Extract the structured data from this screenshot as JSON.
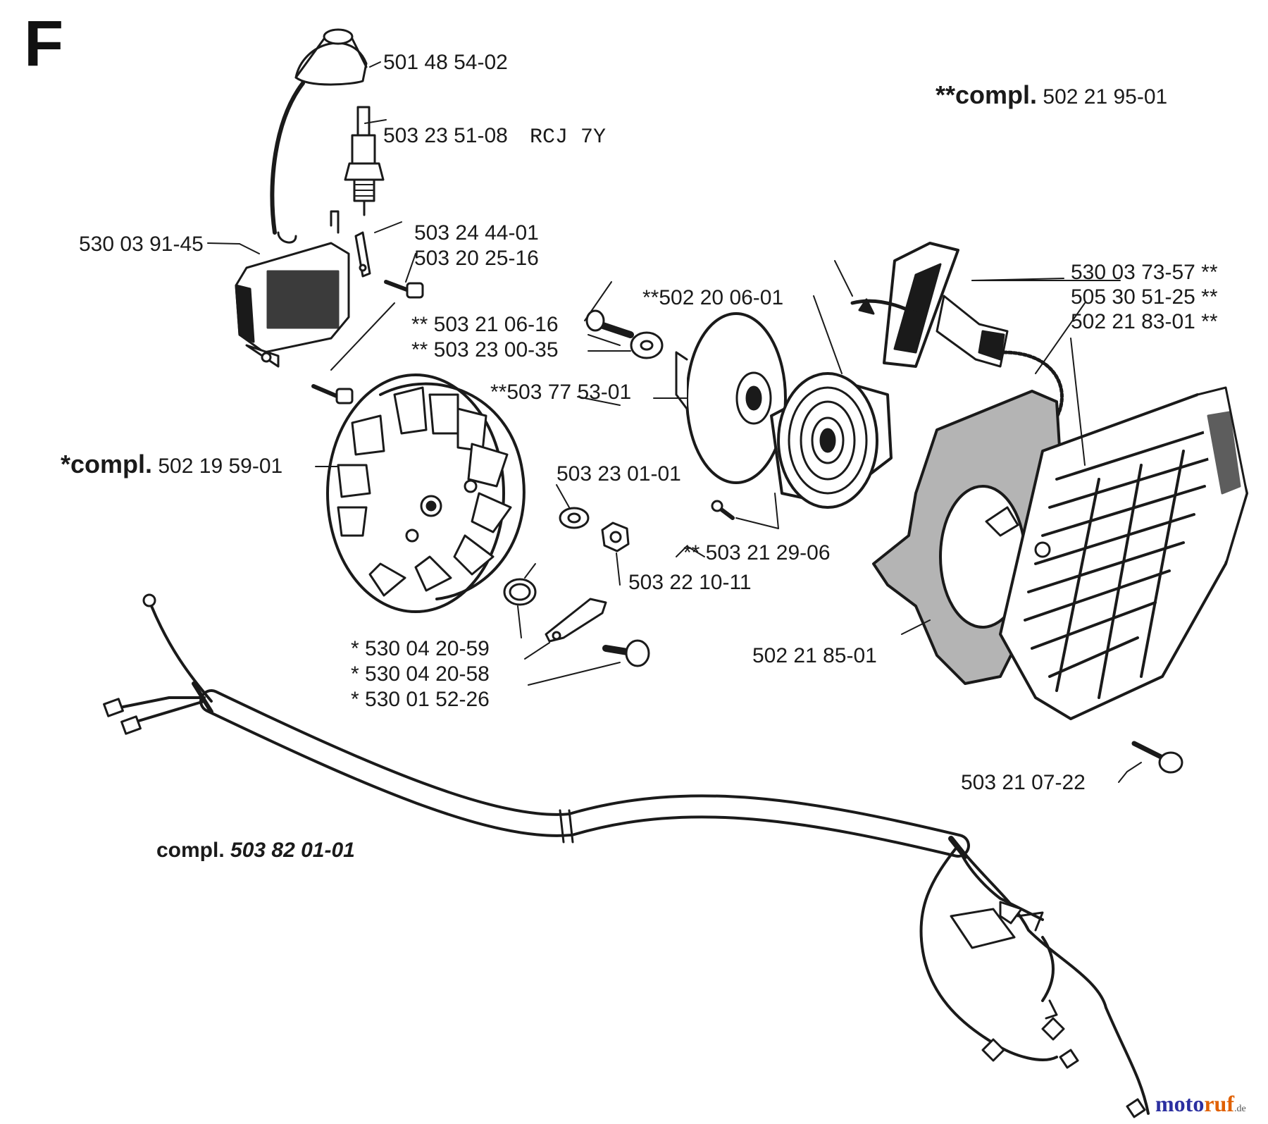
{
  "section_letter": "F",
  "labels": {
    "l_501485402": "501 48 54-02",
    "l_503235108": "503 23 51-08",
    "l_rcj7y": "RCJ 7Y",
    "l_530039145": "530 03 91-45",
    "l_503244401": "503 24 44-01",
    "l_503202516": "503 20 25-16",
    "l_compl_star2_prefix": "**compl.",
    "l_compl_star2_num": "502 21 95-01",
    "l_502200601": "**502 20 06-01",
    "l_503210616": "** 503 21 06-16",
    "l_503230035": "** 503 23 00-35",
    "l_503775301": "**503 77 53-01",
    "l_530037357": "530 03 73-57 **",
    "l_505305125": "505 30 51-25 **",
    "l_502218301": "502 21 83-01 **",
    "l_compl_star1_prefix": "*compl.",
    "l_compl_star1_num": "502 19 59-01",
    "l_503230101": "503 23 01-01",
    "l_503212906": "** 503 21 29-06",
    "l_503221011": "503 22 10-11",
    "l_530042059": "* 530 04 20-59",
    "l_530042058": "* 530 04 20-58",
    "l_530015226": "* 530 01 52-26",
    "l_502218501": "502 21 85-01",
    "l_503210722": "503 21 07-22",
    "l_compl_prefix": "compl.",
    "l_compl_num": "503 82 01-01"
  },
  "watermark": {
    "main": "moto",
    "accent": "ruf",
    "suffix": ".de"
  },
  "colors": {
    "ink": "#1a1a1a",
    "watermark_blue": "#2b2fa0",
    "watermark_orange": "#e06000"
  }
}
